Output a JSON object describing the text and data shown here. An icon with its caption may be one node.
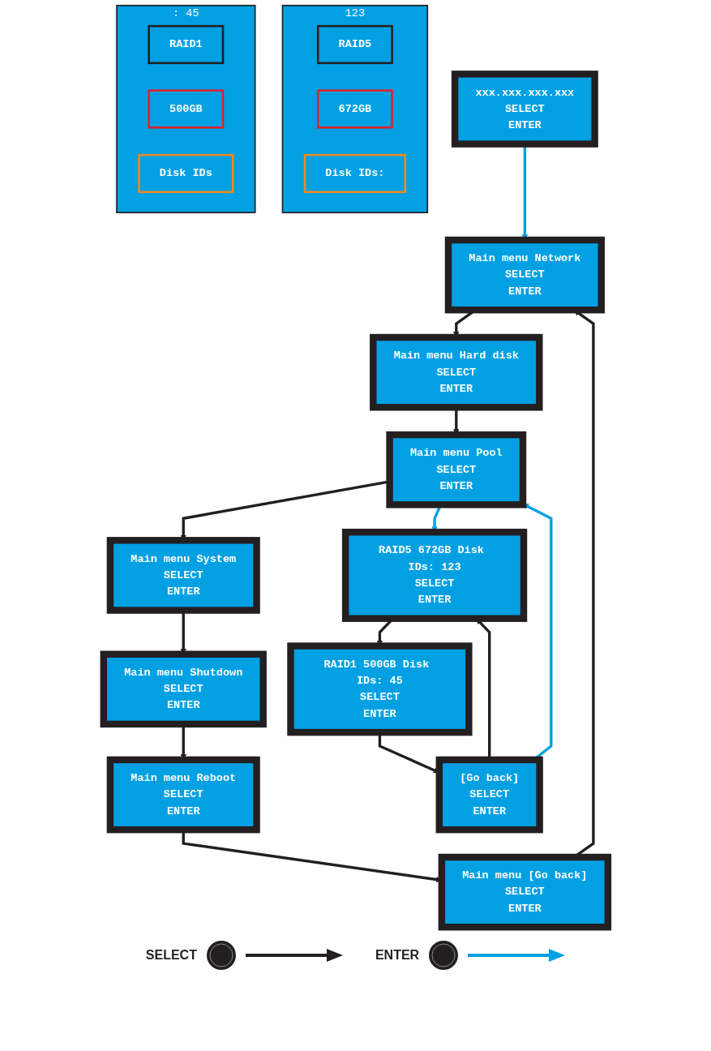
{
  "diagram": {
    "nodes": [
      {
        "text": [
          "xxx.xxx.xxx.xxx",
          "SELECT",
          "ENTER"
        ]
      },
      {
        "text": [
          "Main menu Network",
          "SELECT",
          "ENTER"
        ]
      },
      {
        "text": [
          "Main menu Hard disk",
          "SELECT",
          "ENTER"
        ]
      },
      {
        "text": [
          "Main menu Pool",
          "SELECT",
          "ENTER"
        ]
      },
      {
        "text": [
          "Main menu System",
          "SELECT",
          "ENTER"
        ]
      },
      {
        "text": [
          "Main menu Shutdown",
          "SELECT",
          "ENTER"
        ]
      },
      {
        "text": [
          "Main menu Reboot",
          "SELECT",
          "ENTER"
        ]
      },
      {
        "text": [
          "Main menu [Go back]",
          "SELECT",
          "ENTER"
        ]
      },
      {
        "text": [
          "RAID5 672GB Disk IDs: 123",
          "SELECT",
          "ENTER"
        ]
      },
      {
        "text": [
          "RAID1 500GB Disk IDs: 45",
          "SELECT",
          "ENTER"
        ]
      },
      {
        "text": [
          "[Go back]",
          "SELECT",
          "ENTER"
        ]
      },
      {
        "text": [
          "123"
        ]
      },
      {
        "text": [
          "RAID5"
        ],
        "in": 11
      },
      {
        "text": [
          "672GB"
        ],
        "in": 11
      },
      {
        "text": [
          "Disk IDs:"
        ],
        "in": 11
      },
      {
        "text": [
          ": 45"
        ]
      },
      {
        "text": [
          "RAID1"
        ],
        "in": 15
      },
      {
        "text": [
          "500GB"
        ],
        "in": 15
      },
      {
        "text": [
          "Disk IDs"
        ],
        "in": 15
      }
    ],
    "edges": [
      {
        "from": 0,
        "to": 1,
        "arrow": "to",
        "color": "#00a0e3"
      },
      {
        "from": 1,
        "to": 2,
        "arrow": "to"
      },
      {
        "from": 2,
        "to": 3,
        "arrow": "to"
      },
      {
        "from": 3,
        "to": 4,
        "arrow": "to"
      },
      {
        "from": 4,
        "to": 5,
        "arrow": "to"
      },
      {
        "from": 5,
        "to": 6,
        "arrow": "to"
      },
      {
        "from": 6,
        "to": 7,
        "arrow": "to"
      },
      {
        "from": 7,
        "to": 1,
        "arrow": "to"
      },
      {
        "from": 3,
        "to": 8,
        "arrow": "to",
        "color": "#00a0e3"
      },
      {
        "from": 8,
        "to": 9,
        "arrow": "to"
      },
      {
        "from": 9,
        "to": 10,
        "arrow": "to"
      },
      {
        "from": 10,
        "to": 3,
        "arrow": "to",
        "color": "#00a0e3"
      },
      {
        "from": 10,
        "to": 8,
        "arrow": "to"
      }
    ],
    "legend": [
      {
        "text": "SELECT"
      },
      {
        "text": "ENTER"
      }
    ]
  }
}
